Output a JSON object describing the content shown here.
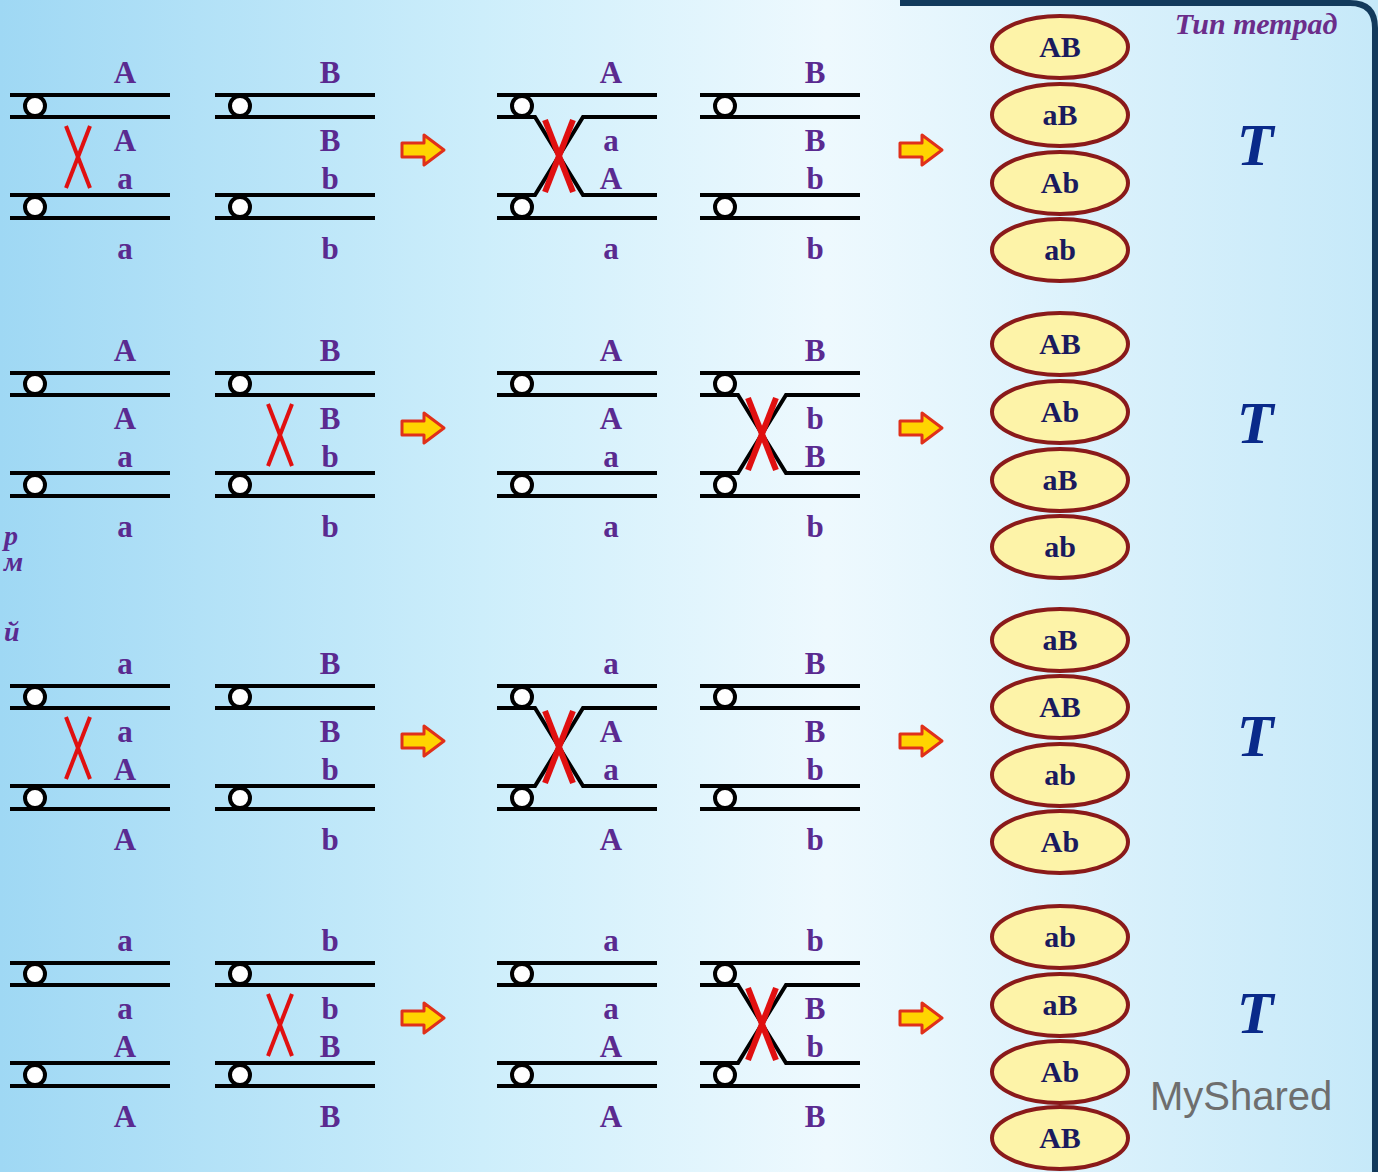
{
  "diagram": {
    "title": "Тип тетрад",
    "nodes": [
      {
        "text": [
          "AB"
        ]
      },
      {
        "text": [
          "aB"
        ]
      },
      {
        "text": [
          "Ab"
        ]
      },
      {
        "text": [
          "ab"
        ]
      },
      {
        "text": [
          "AB"
        ]
      },
      {
        "text": [
          "Ab"
        ]
      },
      {
        "text": [
          "aB"
        ]
      },
      {
        "text": [
          "ab"
        ]
      },
      {
        "text": [
          "aB"
        ]
      },
      {
        "text": [
          "AB"
        ]
      },
      {
        "text": [
          "ab"
        ]
      },
      {
        "text": [
          "Ab"
        ]
      },
      {
        "text": [
          "ab"
        ]
      },
      {
        "text": [
          "aB"
        ]
      },
      {
        "text": [
          "Ab"
        ]
      },
      {
        "text": [
          "AB"
        ]
      }
    ],
    "labels": [
      "A",
      "A",
      "a",
      "a",
      "B",
      "B",
      "b",
      "b",
      "A",
      "a",
      "A",
      "a",
      "B",
      "B",
      "b",
      "b",
      "T",
      "A",
      "A",
      "a",
      "a",
      "B",
      "B",
      "b",
      "b",
      "A",
      "A",
      "a",
      "a",
      "B",
      "b",
      "B",
      "b",
      "T",
      "a",
      "a",
      "A",
      "A",
      "B",
      "B",
      "b",
      "b",
      "a",
      "A",
      "a",
      "A",
      "B",
      "B",
      "b",
      "b",
      "T",
      "a",
      "a",
      "A",
      "A",
      "b",
      "b",
      "B",
      "B",
      "a",
      "a",
      "A",
      "A",
      "b",
      "B",
      "b",
      "B",
      "T",
      "р",
      "м",
      "й",
      "MyShared"
    ]
  }
}
